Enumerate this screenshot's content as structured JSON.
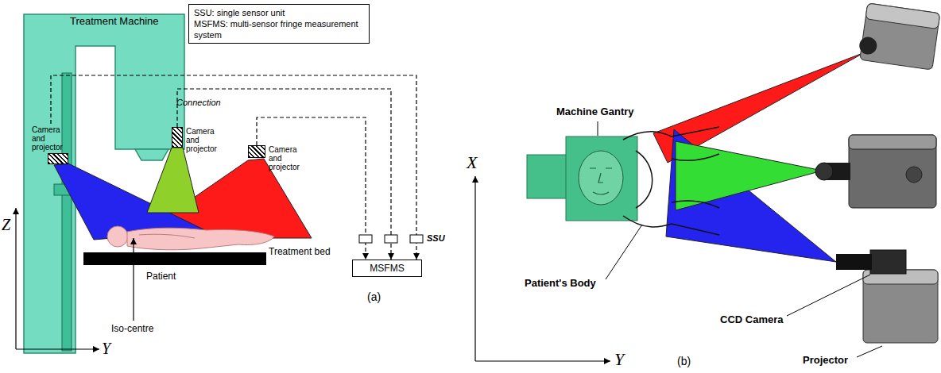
{
  "diagram": {
    "nodes": [
      {
        "text": [
          "SSU: single sensor unit",
          "MSFMS: multi-sensor fringe measurement system"
        ]
      },
      {
        "text": [
          "Camera and projector"
        ]
      },
      {
        "text": [
          "Camera and projector"
        ]
      },
      {
        "text": [
          "Camera and projector"
        ]
      },
      {
        "text": [
          "MSFMS"
        ]
      }
    ],
    "edges": [
      {
        "from": 1,
        "to": 4,
        "arrow": "to"
      },
      {
        "from": 2,
        "to": 4,
        "arrow": "to"
      },
      {
        "from": 3,
        "to": 4,
        "arrow": "to"
      }
    ],
    "labels": [
      "Treatment Machine",
      "Connection",
      "SSU",
      "Treatment bed",
      "Patient",
      "Iso-centre",
      "Z",
      "Y",
      "(a)",
      "Machine Gantry",
      "Patient's Body",
      "CCD Camera",
      "Projector",
      "X",
      "Y",
      "(b)"
    ]
  }
}
